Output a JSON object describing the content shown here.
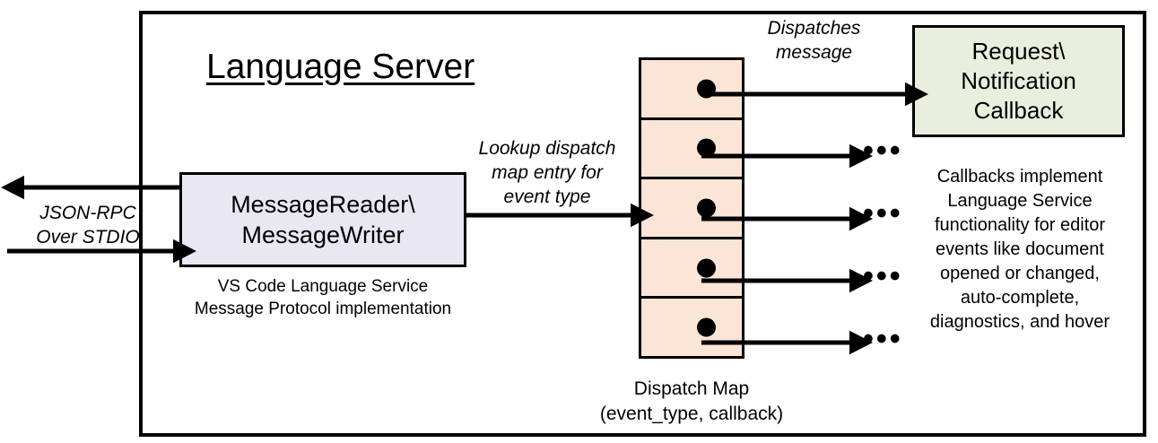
{
  "diagram": {
    "title": "Language Server",
    "boundary_name": "language-server-boundary",
    "colors": {
      "message_box_fill": "#E9E7F1",
      "callback_box_fill": "#E9EEDD",
      "dispatch_cell_fill": "#FBE5D6",
      "stroke": "#000000",
      "background": "#FFFFFF"
    },
    "external": {
      "transport_label_line1": "JSON-RPC",
      "transport_label_line2": "Over STDIO",
      "outbound_arrow": "arrow-left-out",
      "inbound_arrow": "arrow-right-in"
    },
    "message_box": {
      "line1": "MessageReader\\",
      "line2": "MessageWriter",
      "caption_line1": "VS Code Language Service",
      "caption_line2": "Message Protocol implementation"
    },
    "lookup_annotation": {
      "line1": "Lookup dispatch",
      "line2": "map entry for",
      "line3": "event type"
    },
    "dispatch_map": {
      "caption_line1": "Dispatch Map",
      "caption_line2": "(event_type, callback)",
      "cells": [
        {
          "index": 0,
          "has_dot": true,
          "target": "callback-box"
        },
        {
          "index": 1,
          "has_dot": true,
          "target": "ellipsis"
        },
        {
          "index": 2,
          "has_dot": true,
          "target": "ellipsis"
        },
        {
          "index": 3,
          "has_dot": true,
          "target": "ellipsis"
        },
        {
          "index": 4,
          "has_dot": true,
          "target": "ellipsis"
        }
      ],
      "ellipsis_glyph": "•••",
      "ellipsis_count": 4
    },
    "dispatch_annotation": {
      "line1": "Dispatches",
      "line2": "message"
    },
    "callback_box": {
      "line1": "Request\\",
      "line2": "Notification",
      "line3": "Callback",
      "caption_line1": "Callbacks implement",
      "caption_line2": "Language Service",
      "caption_line3": "functionality for editor",
      "caption_line4": "events like document",
      "caption_line5": "opened or changed,",
      "caption_line6": "auto-complete,",
      "caption_line7": "diagnostics, and hover"
    }
  }
}
